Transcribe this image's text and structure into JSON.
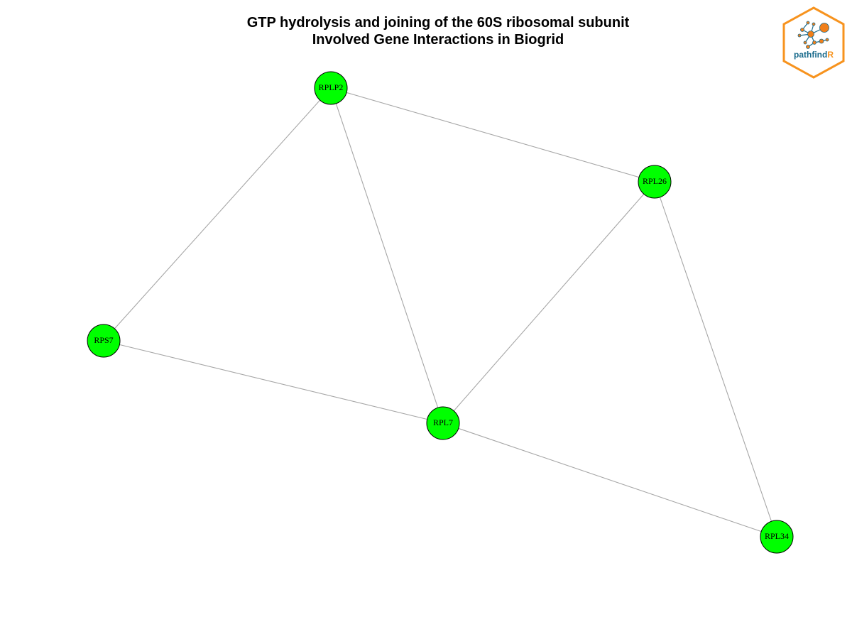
{
  "title": {
    "line1": "GTP hydrolysis and joining of the 60S ribosomal subunit",
    "line2": "Involved Gene Interactions in Biogrid"
  },
  "logo": {
    "text_main": "pathfind",
    "text_accent": "R",
    "border_color": "#f7931e",
    "node_color": "#f07f1a",
    "edge_color": "#1a6b8c"
  },
  "graph": {
    "node_color": "#00ff00",
    "edge_color": "#a6a6a6",
    "nodes": [
      {
        "id": "RPLP2",
        "label": "RPLP2"
      },
      {
        "id": "RPL26",
        "label": "RPL26"
      },
      {
        "id": "RPS7",
        "label": "RPS7"
      },
      {
        "id": "RPL7",
        "label": "RPL7"
      },
      {
        "id": "RPL34",
        "label": "RPL34"
      }
    ],
    "edges": [
      [
        "RPLP2",
        "RPL26"
      ],
      [
        "RPLP2",
        "RPS7"
      ],
      [
        "RPLP2",
        "RPL7"
      ],
      [
        "RPL26",
        "RPL7"
      ],
      [
        "RPL26",
        "RPL34"
      ],
      [
        "RPS7",
        "RPL7"
      ],
      [
        "RPL7",
        "RPL34"
      ]
    ]
  }
}
